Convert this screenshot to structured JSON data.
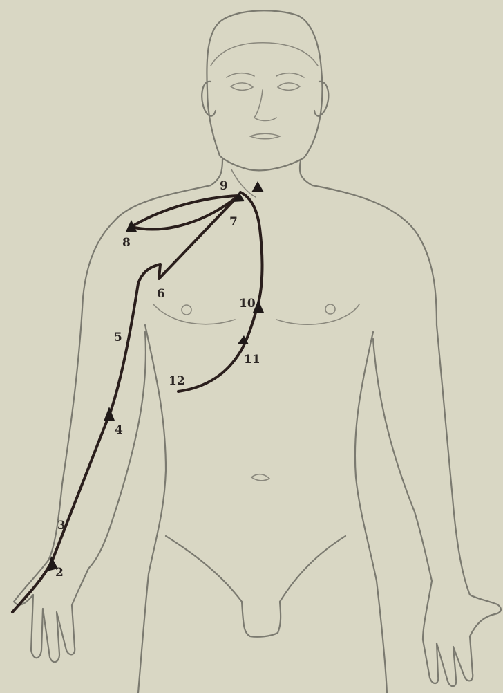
{
  "figure": {
    "point_labels": [
      "2",
      "3",
      "4",
      "5",
      "6",
      "7",
      "8",
      "9",
      "10",
      "11",
      "12"
    ]
  },
  "colors": {
    "background": "#d9d7c4",
    "outline": "#7b7a70",
    "meridian": "#2a1e1c"
  }
}
